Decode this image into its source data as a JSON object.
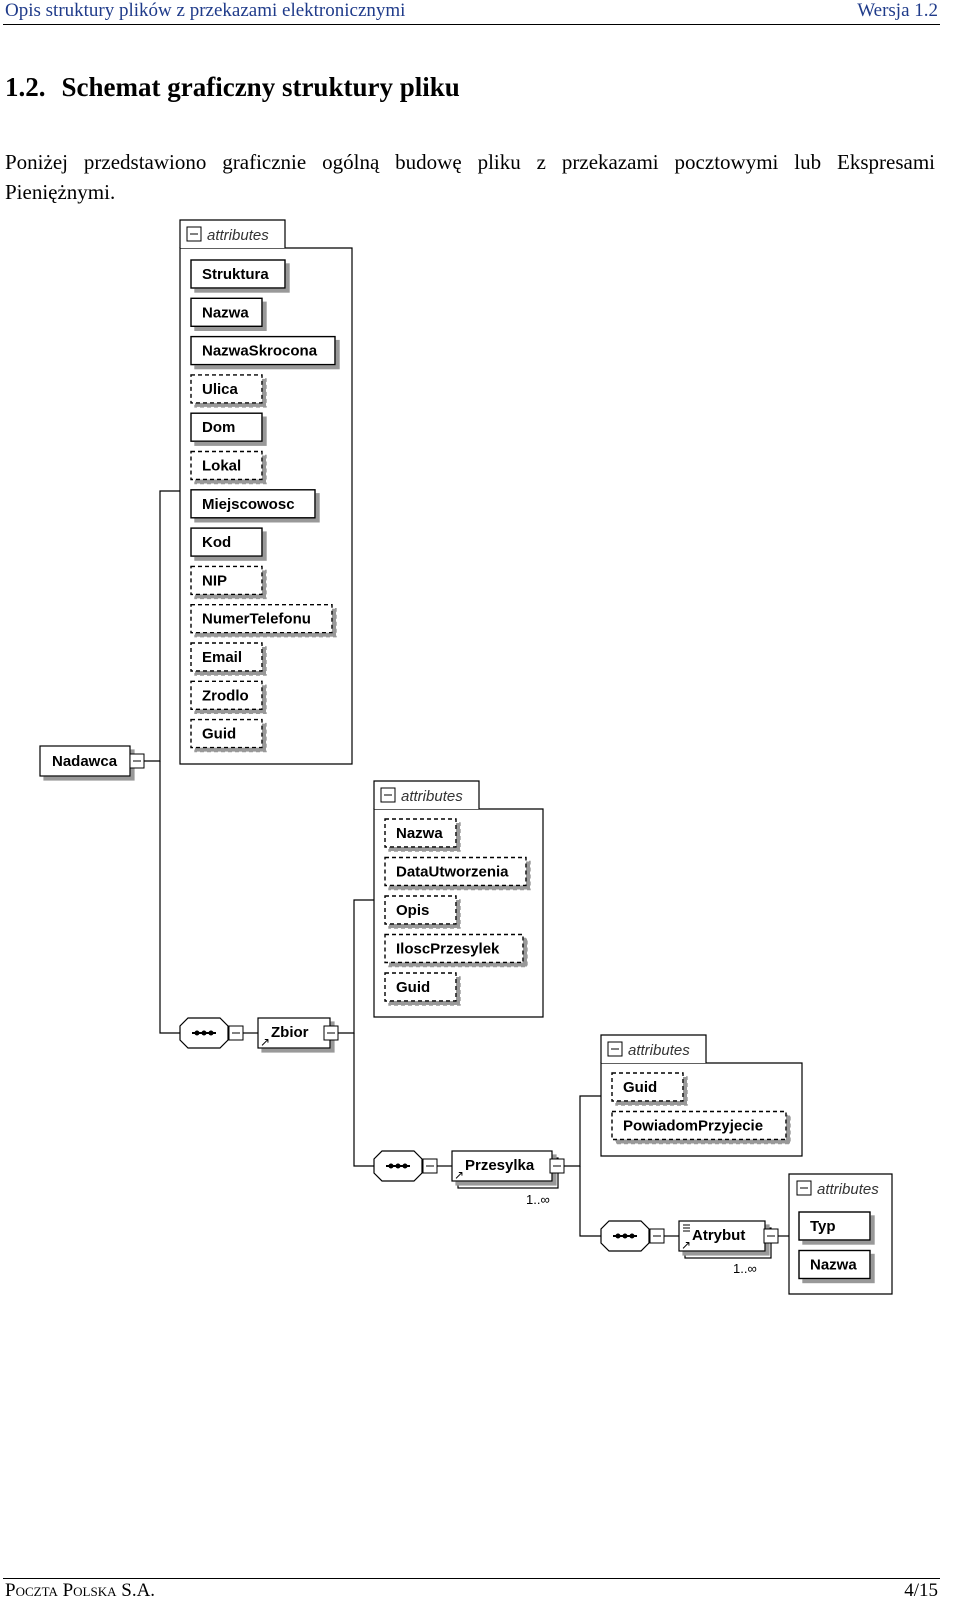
{
  "header": {
    "title": "Opis struktury plików z przekazami elektronicznymi",
    "version": "Wersja 1.2"
  },
  "section": {
    "number": "1.2.",
    "title": "Schemat graficzny struktury pliku"
  },
  "paragraph": "Poniżej przedstawiono graficznie ogólną budowę pliku z przekazami pocztowymi lub Ekspresami Pieniężnymi.",
  "diagram": {
    "attributes_label": "attributes",
    "nadawca": {
      "label": "Nadawca",
      "attributes": [
        "Struktura",
        "Nazwa",
        "NazwaSkrocona",
        "Ulica",
        "Dom",
        "Lokal",
        "Miejscowosc",
        "Kod",
        "NIP",
        "NumerTelefonu",
        "Email",
        "Zrodlo",
        "Guid"
      ]
    },
    "zbior": {
      "label": "Zbior",
      "attributes": [
        "Nazwa",
        "DataUtworzenia",
        "Opis",
        "IloscPrzesylek",
        "Guid"
      ]
    },
    "przesylka": {
      "label": "Przesylka",
      "occurrence": "1..∞",
      "attributes": [
        "Guid",
        "PowiadomPrzyjecie"
      ]
    },
    "atrybut": {
      "label": "Atrybut",
      "occurrence": "1..∞",
      "attributes": [
        "Typ",
        "Nazwa"
      ]
    }
  },
  "footer": {
    "company": "Poczta Polska S.A.",
    "page": "4/15"
  }
}
